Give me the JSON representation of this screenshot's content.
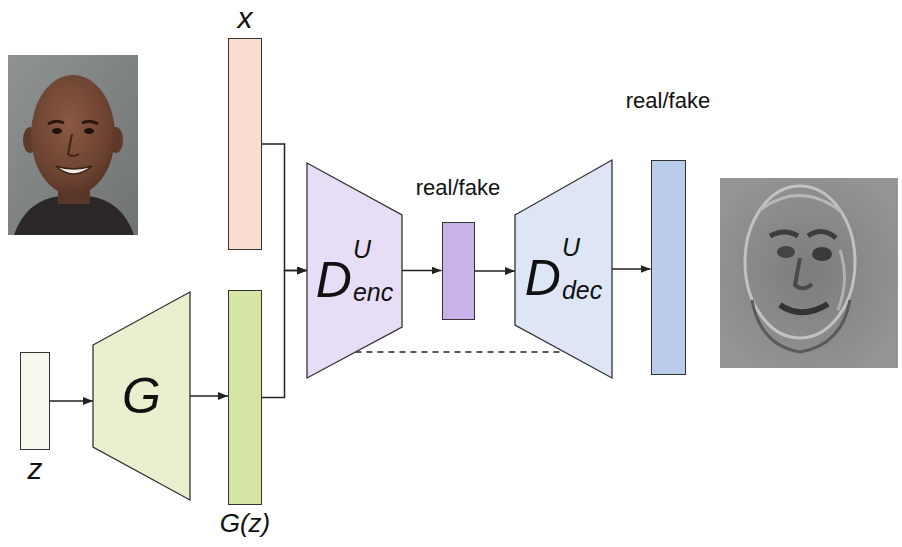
{
  "diagram": {
    "nodes": [
      {
        "text": [
          "x"
        ]
      },
      {
        "text": [
          "z"
        ]
      },
      {
        "text": [
          "G"
        ]
      },
      {
        "text": [
          "G(z)"
        ]
      },
      {
        "text": [
          "D",
          "U",
          "enc"
        ]
      },
      {
        "text": [
          "real/fake"
        ]
      },
      {
        "text": [
          "D",
          "U",
          "dec"
        ]
      },
      {
        "text": [
          "real/fake"
        ]
      }
    ],
    "edges": [
      {
        "from": 1,
        "to": 2,
        "arrow": "to"
      },
      {
        "from": 2,
        "to": 3,
        "arrow": "to"
      },
      {
        "from": 0,
        "to": 4,
        "arrow": "to"
      },
      {
        "from": 3,
        "to": 4,
        "arrow": "to"
      },
      {
        "from": 4,
        "to": 5,
        "arrow": "to"
      },
      {
        "from": 5,
        "to": 6,
        "arrow": "to"
      },
      {
        "from": 6,
        "to": 7,
        "arrow": "to"
      },
      {
        "from": 4,
        "to": 6,
        "arrow": "none"
      }
    ]
  }
}
